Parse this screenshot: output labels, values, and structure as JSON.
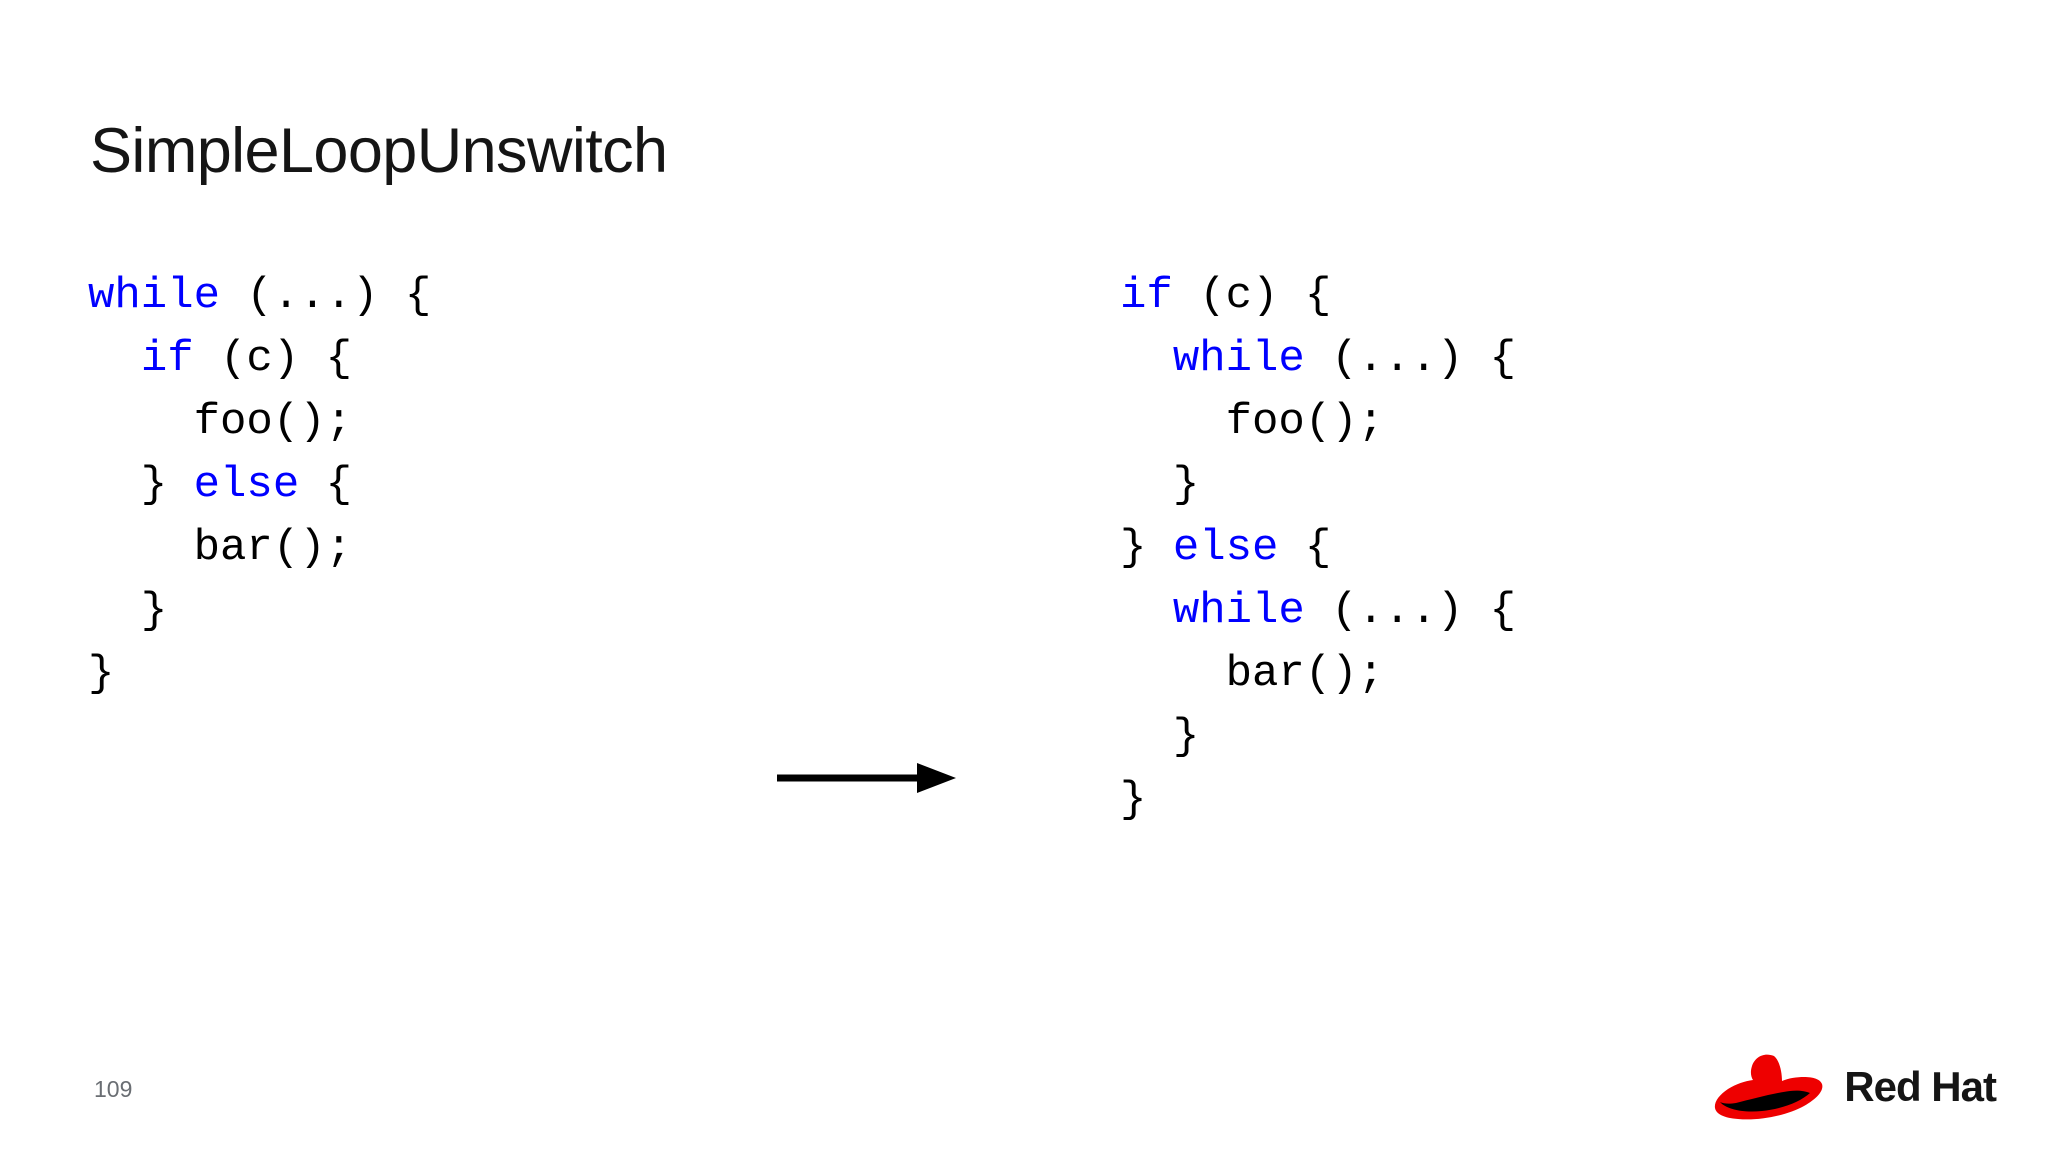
{
  "slide": {
    "title": "SimpleLoopUnswitch",
    "page_number": "109",
    "background_color": "#ffffff",
    "keyword_color": "#0000FF",
    "code_color": "#000000",
    "title_color": "#151515",
    "page_number_color": "#6a6e73"
  },
  "code_before": {
    "label": "before-transformation",
    "lines": [
      {
        "indent": "",
        "keyword": "while",
        "rest": " (...) {"
      },
      {
        "indent": "  ",
        "keyword": "if",
        "rest": " (c) {"
      },
      {
        "indent": "    ",
        "keyword": "",
        "rest": "foo();"
      },
      {
        "indent": "  } ",
        "keyword": "else",
        "rest": " {"
      },
      {
        "indent": "    ",
        "keyword": "",
        "rest": "bar();"
      },
      {
        "indent": "  ",
        "keyword": "",
        "rest": "}"
      },
      {
        "indent": "",
        "keyword": "",
        "rest": "}"
      }
    ]
  },
  "code_after": {
    "label": "after-transformation",
    "lines": [
      {
        "indent": "",
        "keyword": "if",
        "rest": " (c) {"
      },
      {
        "indent": "  ",
        "keyword": "while",
        "rest": " (...) {"
      },
      {
        "indent": "    ",
        "keyword": "",
        "rest": "foo();"
      },
      {
        "indent": "  ",
        "keyword": "",
        "rest": "}"
      },
      {
        "indent": "} ",
        "keyword": "else",
        "rest": " {"
      },
      {
        "indent": "  ",
        "keyword": "while",
        "rest": " (...) {"
      },
      {
        "indent": "    ",
        "keyword": "",
        "rest": "bar();"
      },
      {
        "indent": "  ",
        "keyword": "",
        "rest": "}"
      },
      {
        "indent": "",
        "keyword": "",
        "rest": "}"
      }
    ]
  },
  "arrow": {
    "name": "transformation-arrow",
    "direction": "right",
    "color": "#000000"
  },
  "brand": {
    "name": "Red Hat",
    "hat_color": "#EE0000",
    "band_color": "#000000",
    "text_color": "#151515"
  }
}
